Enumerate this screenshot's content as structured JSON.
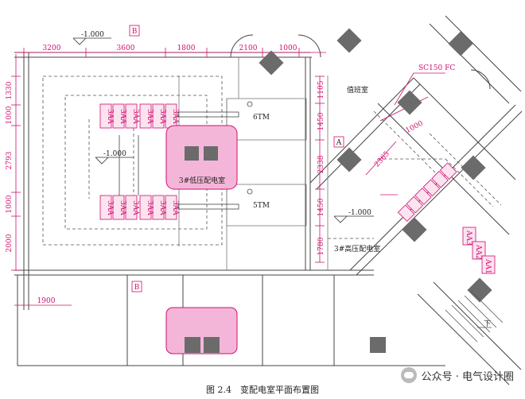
{
  "dimensions_top": [
    "3200",
    "3600",
    "1800",
    "2100",
    "1000"
  ],
  "dimensions_left": [
    "1330",
    "1000",
    "2793",
    "1000",
    "2000"
  ],
  "dimensions_right_mid": [
    "1105",
    "1450",
    "2338",
    "1450",
    "1780"
  ],
  "dimension_diag_1": "1000",
  "dimension_diag_2": "2365",
  "dimension_bottom": "1900",
  "level_1": "-1.000",
  "level_2": "-1.000",
  "level_3": "-1.000",
  "section_b_top": "B",
  "section_b_bottom": "B",
  "section_a": "A",
  "label_duty_room": "值班室",
  "label_low_voltage_room": "3#低压配电室",
  "label_high_voltage_room": "3#高压配电室",
  "label_transformer_6": "6TM",
  "label_transformer_5": "5TM",
  "label_conduit": "SC150 FC",
  "label_down": "下",
  "cabinet_3aa": "3AA",
  "cabinet_aa1": "AA1",
  "cabinet_aa2": "AA2",
  "cabinet_aa3": "AA3",
  "caption": "图 2.4　变配电室平面布置图",
  "watermark_text": "公众号 · 电气设计圈",
  "colors": {
    "dimension": "#d0106f",
    "highlight_fill": "#f4b6d8",
    "line": "#333333",
    "column": "#6b6b6b"
  }
}
